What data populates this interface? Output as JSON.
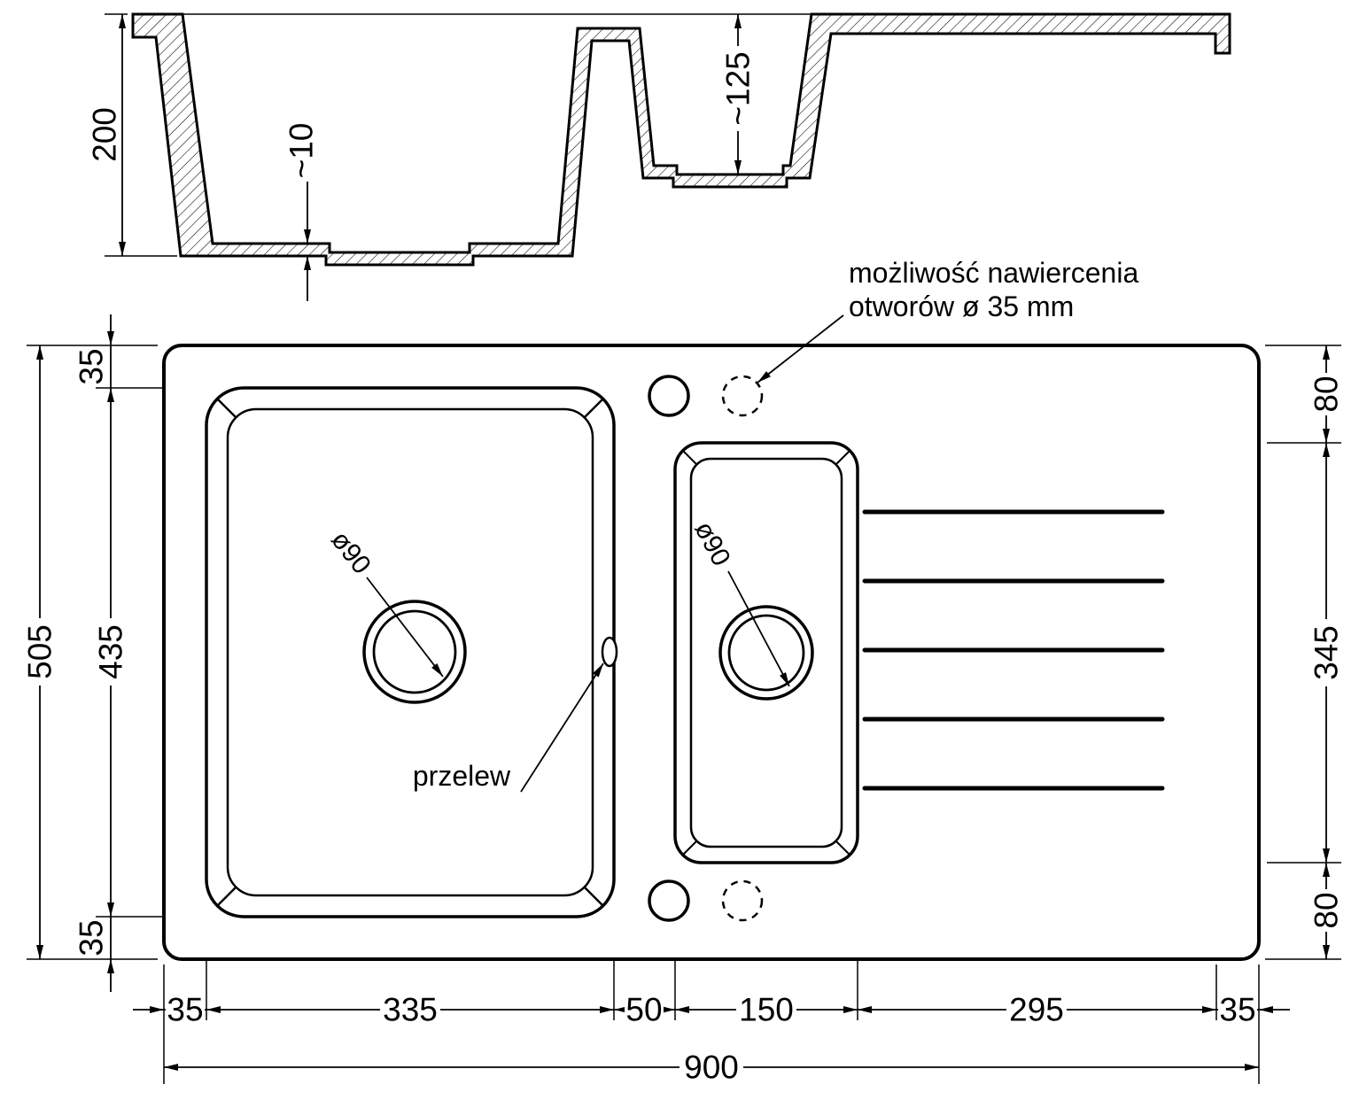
{
  "annotations": {
    "drill_note_line1": "możliwość nawiercenia",
    "drill_note_line2": "otworów ø 35 mm",
    "overflow": "przelew"
  },
  "section": {
    "height": "200",
    "bottom_thickness": "~10",
    "small_bowl_depth": "~125"
  },
  "plan": {
    "overall_width": "900",
    "overall_depth": "505",
    "main_bowl_depth": "435",
    "rim_top_left": "35",
    "rim_bottom_left": "35",
    "tap_band_top": "80",
    "tap_band_bottom": "80",
    "small_bowl_length": "345",
    "main_drain_diameter": "ø90",
    "small_drain_diameter": "ø90",
    "bottom_widths": [
      "35",
      "335",
      "50",
      "150",
      "295",
      "35"
    ]
  }
}
